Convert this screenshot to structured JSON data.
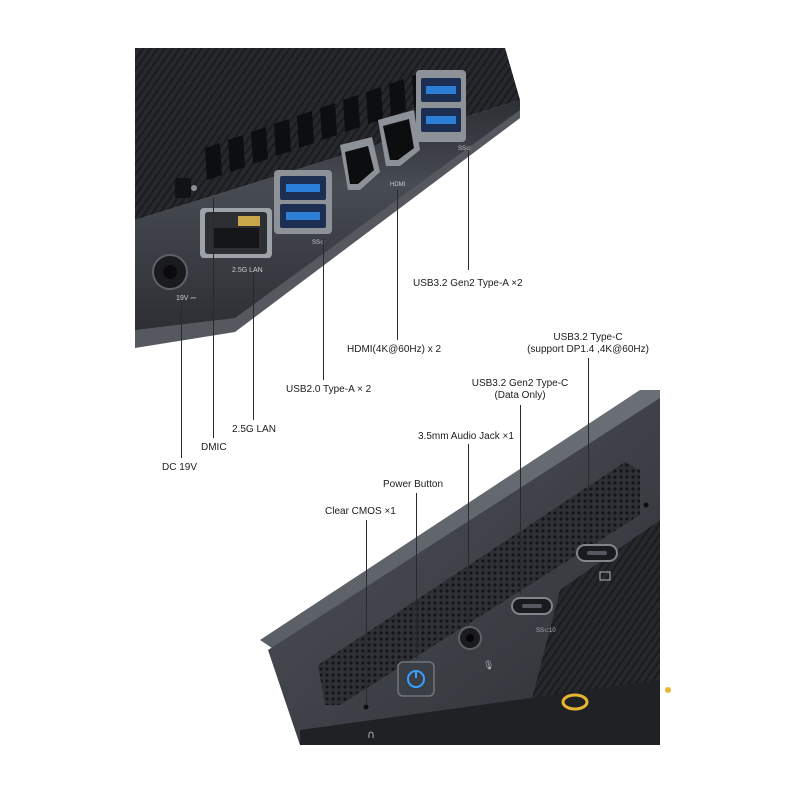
{
  "back_panel": {
    "engraved_dc": "19V ⎓",
    "engraved_lan": "2.5G LAN",
    "engraved_hdmi": "HDMI",
    "engraved_ss": "SS⊂",
    "callouts": {
      "dc": "DC 19V",
      "dmic": "DMIC",
      "lan": "2.5G LAN",
      "usb2": "USB2.0 Type-A × 2",
      "hdmi": "HDMI(4K@60Hz) x 2",
      "usb32a": "USB3.2 Gen2 Type-A ×2"
    }
  },
  "front_panel": {
    "engraved_ss10": "SS⊂10",
    "callouts": {
      "clear_cmos": "Clear CMOS ×1",
      "power_button": "Power Button",
      "audio_jack": "3.5mm Audio Jack ×1",
      "usbc_data_line1": "USB3.2 Gen2 Type-C",
      "usbc_data_line2": "(Data Only)",
      "usbc_dp_line1": "USB3.2 Type-C",
      "usbc_dp_line2": "(support DP1.4 ,4K@60Hz)"
    }
  },
  "colors": {
    "chassis": "#3a3d42",
    "chassis_dark": "#1f2125",
    "usb3_blue": "#2b7fd6",
    "power_led": "#3aa0ff",
    "accent_gold": "#e8b530"
  }
}
